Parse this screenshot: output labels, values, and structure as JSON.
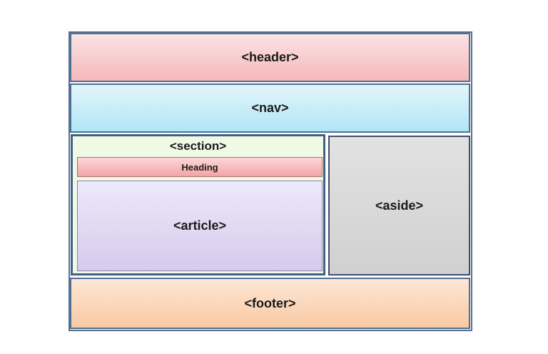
{
  "diagram": {
    "header": {
      "label": "<header>",
      "color": "#f6b8bb"
    },
    "nav": {
      "label": "<nav>",
      "color": "#b0e5f5"
    },
    "section": {
      "label": "<section>",
      "color": "#eff9e4",
      "heading": {
        "label": "Heading",
        "color": "#f4a3a6"
      },
      "article": {
        "label": "<article>",
        "color": "#d7caee"
      }
    },
    "aside": {
      "label": "<aside>",
      "color": "#d0d0d0"
    },
    "footer": {
      "label": "<footer>",
      "color": "#f8c9a3"
    },
    "border_color": "#4f6f95"
  }
}
